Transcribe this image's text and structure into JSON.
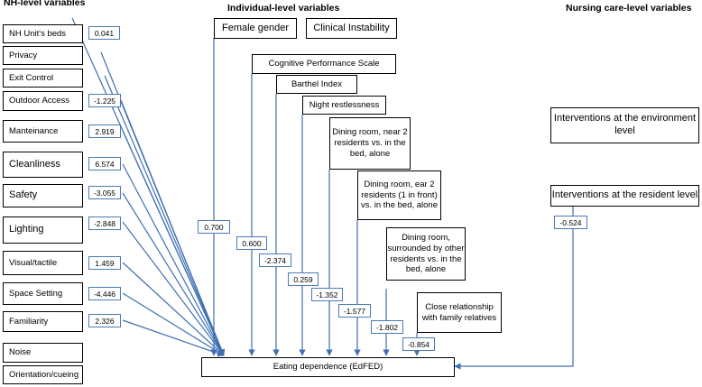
{
  "headers": {
    "nh": "NH-level variables",
    "individual": "Individual-level variables",
    "nursing": "Nursing care-level variables"
  },
  "colors": {
    "arrow": "#3f6fb2",
    "coef_border": "#4a7ab7",
    "box_border": "#000000"
  },
  "nh_variables": [
    {
      "label": "NH Unit's beds",
      "coef": "0.041"
    },
    {
      "label": "Privacy",
      "coef": ""
    },
    {
      "label": "Exit Control",
      "coef": ""
    },
    {
      "label": "Outdoor Access",
      "coef": "-1.225"
    },
    {
      "label": "Manteinance",
      "coef": "2.919"
    },
    {
      "label": "Cleanliness",
      "coef": "6.574"
    },
    {
      "label": "Safety",
      "coef": "-3.055"
    },
    {
      "label": "Lighting",
      "coef": "-2.848"
    },
    {
      "label": "Visual/tactile",
      "coef": "1.459"
    },
    {
      "label": "Space Setting",
      "coef": "-4.446"
    },
    {
      "label": "Familiarity",
      "coef": "2.326"
    },
    {
      "label": "Noise",
      "coef": ""
    },
    {
      "label": "Orientation/cueing",
      "coef": ""
    }
  ],
  "individual_variables": [
    {
      "label": "Female gender",
      "coef": "0.700"
    },
    {
      "label": "Clinical Instability",
      "coef": ""
    },
    {
      "label": "Cognitive Performance Scale",
      "coef": "0.600"
    },
    {
      "label": "Barthel Index",
      "coef": "-2.374"
    },
    {
      "label": "Night restlessness",
      "coef": "0.259"
    },
    {
      "label": "Dining room, near 2 residents vs. in the bed, alone",
      "coef": "-1.352"
    },
    {
      "label": "Dining room, ear 2 residents (1 in front) vs. in the bed, alone",
      "coef": "-1.577"
    },
    {
      "label": "Dining room, surrounded by other residents vs. in the bed, alone",
      "coef": "-1.802"
    },
    {
      "label": "Close relationship with family relatives",
      "coef": "-0.854"
    }
  ],
  "nursing_variables": [
    {
      "label": "Interventions at the environment level",
      "coef": ""
    },
    {
      "label": "Interventions at the resident level",
      "coef": "-0.524"
    }
  ],
  "outcome": "Eating dependence (EdFED)"
}
